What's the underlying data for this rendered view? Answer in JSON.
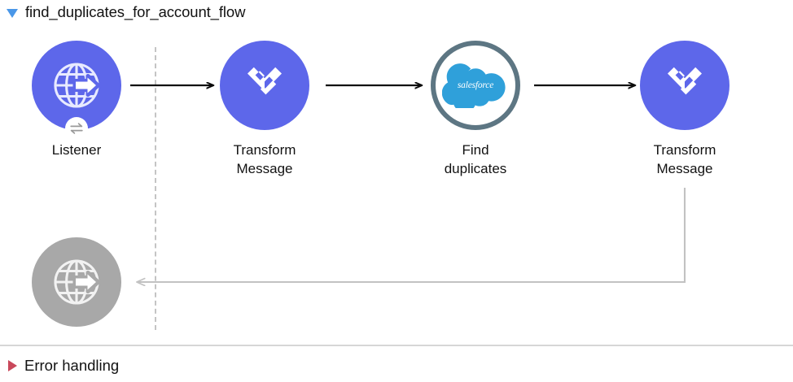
{
  "flow": {
    "title": "find_duplicates_for_account_flow",
    "toggle_icon": "caret-down-icon",
    "expanded": true,
    "accent_color": "#4a97e8"
  },
  "nodes": [
    {
      "id": "listener",
      "label": "Listener",
      "icon": "globe-arrow-icon",
      "style": "purple",
      "color": "#5d67ea",
      "badge_icon": "bidirectional-arrows-icon",
      "has_badge": true
    },
    {
      "id": "transform-message-1",
      "label": "Transform\nMessage",
      "icon": "dataweave-icon",
      "style": "purple",
      "color": "#5d67ea",
      "has_badge": false
    },
    {
      "id": "find-duplicates",
      "label": "Find duplicates",
      "icon": "salesforce-cloud-icon",
      "style": "ringed",
      "color": "#5d7683",
      "logo_text": "salesforce",
      "logo_color": "#2fa0da",
      "has_badge": false
    },
    {
      "id": "transform-message-2",
      "label": "Transform\nMessage",
      "icon": "dataweave-icon",
      "style": "purple",
      "color": "#5d67ea",
      "has_badge": false
    },
    {
      "id": "listener-response",
      "label": "",
      "icon": "globe-arrow-icon",
      "style": "gray",
      "color": "#a8a8a8",
      "has_badge": false
    }
  ],
  "connectors": [
    {
      "id": "listener-to-transform-1",
      "style": "solid-black",
      "direction": "right"
    },
    {
      "id": "transform-1-to-find-duplicates",
      "style": "solid-black",
      "direction": "right"
    },
    {
      "id": "find-duplicates-to-transform-2",
      "style": "solid-black",
      "direction": "right"
    },
    {
      "id": "transform-2-to-listener-response",
      "style": "solid-gray-return",
      "direction": "left"
    }
  ],
  "error_handling": {
    "label": "Error handling",
    "toggle_icon": "caret-right-icon",
    "expanded": false,
    "accent_color": "#c9485b"
  }
}
